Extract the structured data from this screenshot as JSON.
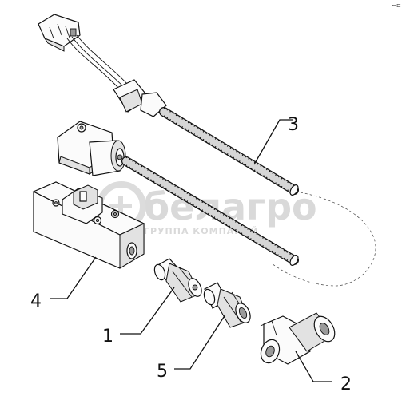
{
  "corner_mark": "⌐⊏",
  "watermark": {
    "brand": "белагро",
    "subtitle": "ГРУППА КОМПАНИЙ"
  },
  "callouts": [
    "1",
    "2",
    "3",
    "4",
    "5"
  ]
}
